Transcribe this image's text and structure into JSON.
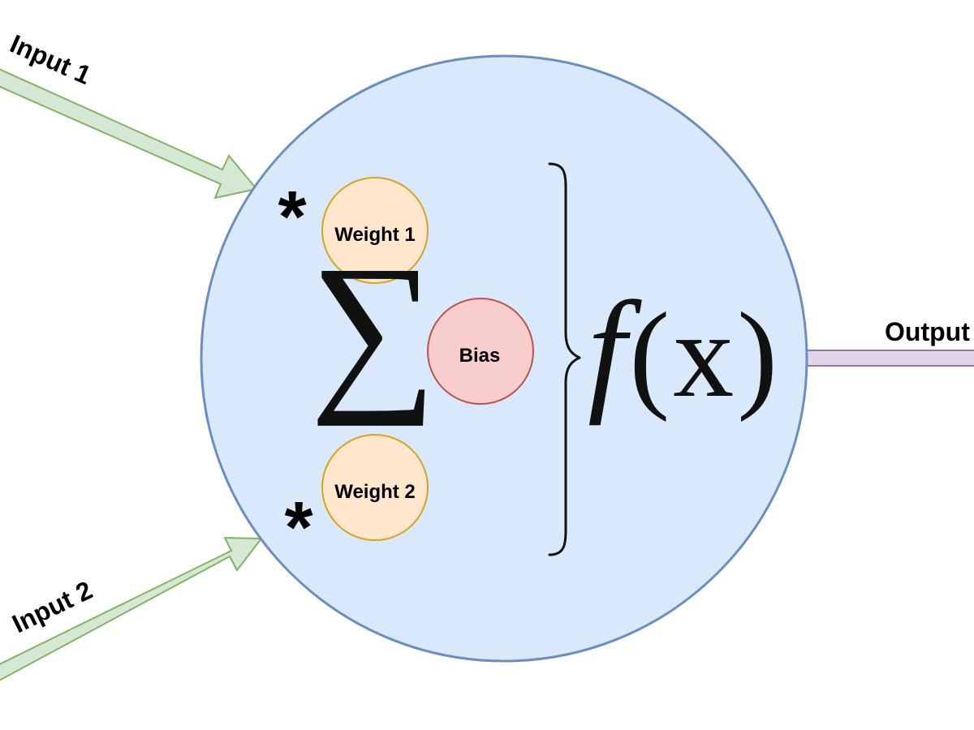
{
  "diagram": {
    "inputs": [
      {
        "label": "Input 1"
      },
      {
        "label": "Input 2"
      }
    ],
    "weights": [
      {
        "label": "Weight 1",
        "operator": "*"
      },
      {
        "label": "Weight 2",
        "operator": "*"
      }
    ],
    "bias": {
      "label": "Bias"
    },
    "summation_symbol": "∑",
    "activation": {
      "func": "f",
      "open": "(",
      "var": "x",
      "close": ")"
    },
    "output": {
      "label": "Output"
    },
    "colors": {
      "neuron_fill": "#dae8fc",
      "neuron_stroke": "#6c8ebf",
      "weight_fill": "#ffe6cc",
      "weight_stroke": "#d6a324",
      "bias_fill": "#f8cecc",
      "bias_stroke": "#b85450",
      "input_arrow_fill": "#d5e8d4",
      "input_arrow_stroke": "#82b366",
      "output_arrow_fill": "#e1d5e7",
      "output_arrow_stroke": "#9673a6"
    }
  }
}
